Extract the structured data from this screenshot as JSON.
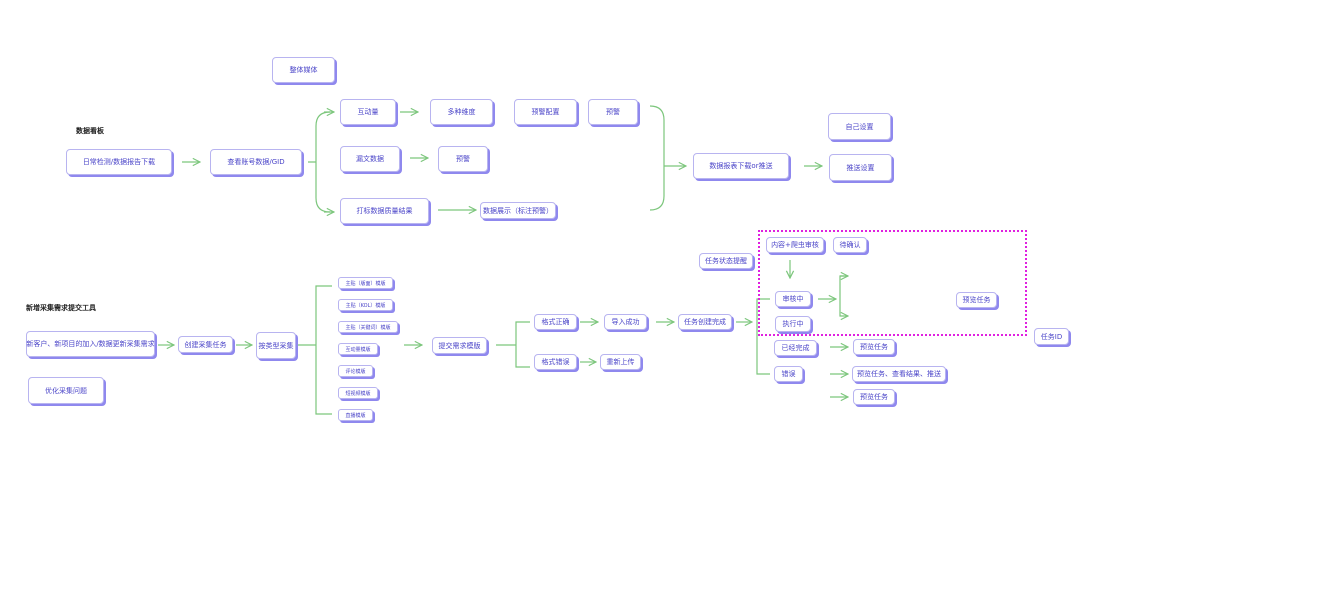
{
  "colors": {
    "arrow": "#7cc67c",
    "box_text": "#4a44c8",
    "box_border": "#b8b4f0",
    "box_shadow": "#8f88ee",
    "highlight": "#e020e0"
  },
  "sections": {
    "dashboard": "数据看板",
    "collection": "新增采集需求提交工具"
  },
  "dashboard": {
    "overall_media": "整体媒体",
    "daily": "日常检测/数据报告下载",
    "view_account": "查看账号数据/GID",
    "interaction": "互动量",
    "multi_dim": "多种维度",
    "alert_config": "预警配置",
    "alert1": "预警",
    "missing_data": "漏文数据",
    "alert2": "预警",
    "tag_quality": "打标数据质量结果",
    "data_display": "数据展示（标注预警）",
    "report_download": "数据报表下载or推送",
    "self_setting": "自己设置",
    "push_setting": "推送设置"
  },
  "collection": {
    "new_request": "新客户、新项目的加入/数据更新采集需求",
    "optimize": "优化采集问题",
    "create_task": "创建采集任务",
    "by_type": "按类型采集",
    "templates": [
      "主贴（版面）模版",
      "主贴（KOL）模版",
      "主贴（关键词）模版",
      "互动量模版",
      "评论模版",
      "短视频模版",
      "直播模版"
    ],
    "submit_template": "提交需求模版",
    "format_ok": "格式正确",
    "format_err": "格式错误",
    "import_ok": "导入成功",
    "reupload": "重新上传",
    "task_created": "任务创建完成",
    "status_remind": "任务状态提醒",
    "content_review": "内容+爬虫审核",
    "pending": "待确认",
    "reviewing": "审核中",
    "executing": "执行中",
    "preview_in_box": "预览任务",
    "completed": "已经完成",
    "error": "错误",
    "preview1": "预览任务",
    "preview_results": "预览任务、查看结果、推送",
    "preview2": "预览任务",
    "task_id": "任务ID"
  }
}
